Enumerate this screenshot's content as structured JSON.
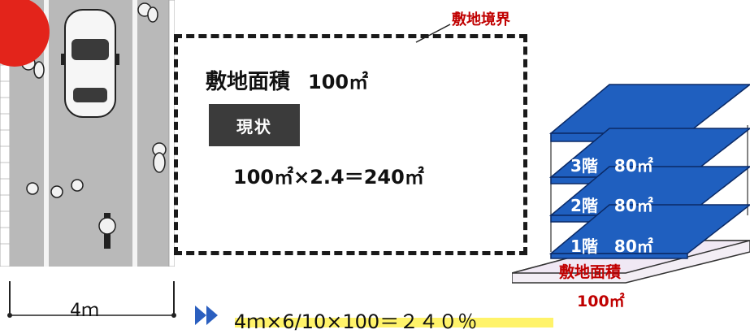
{
  "site": {
    "boundary_label": "敷地境界",
    "area_label": "敷地面積",
    "area_value": "100㎡",
    "status_badge": "現状",
    "formula": "100㎡×2.4＝240㎡"
  },
  "road": {
    "width_label": "4ｍ"
  },
  "calc": {
    "text": "4ｍ×6/10×100＝２４０％"
  },
  "building": {
    "floors": [
      {
        "label": "3階　80㎡"
      },
      {
        "label": "2階　80㎡"
      },
      {
        "label": "1階　80㎡"
      }
    ],
    "ground_label": "敷地面積",
    "ground_value": "100㎡"
  },
  "colors": {
    "accent_red": "#c00000",
    "badge_red": "#e3241b",
    "slab_blue": "#1f5fbf",
    "highlight": "#fff36a"
  }
}
